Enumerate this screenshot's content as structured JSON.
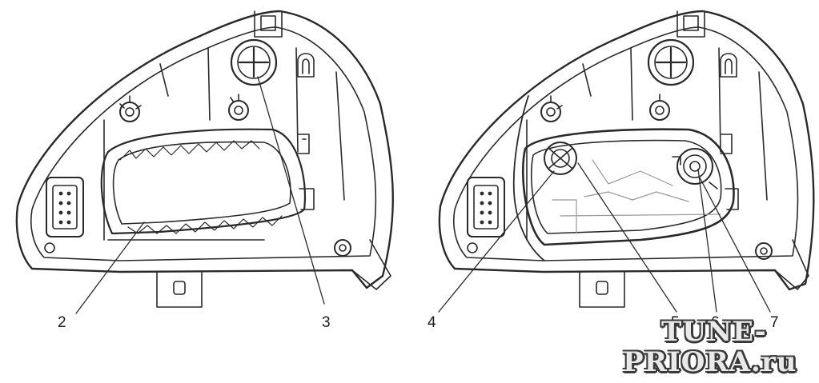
{
  "callouts": {
    "c2": "2",
    "c3": "3",
    "c4": "4",
    "c5": "5",
    "c6": "6",
    "c7": "7"
  },
  "watermark": {
    "line1": "TUNE-",
    "line2": "PRIORA.ru"
  },
  "colors": {
    "ink": "#2a2a2a",
    "shade": "#9a9a9a",
    "paper": "#ffffff"
  }
}
